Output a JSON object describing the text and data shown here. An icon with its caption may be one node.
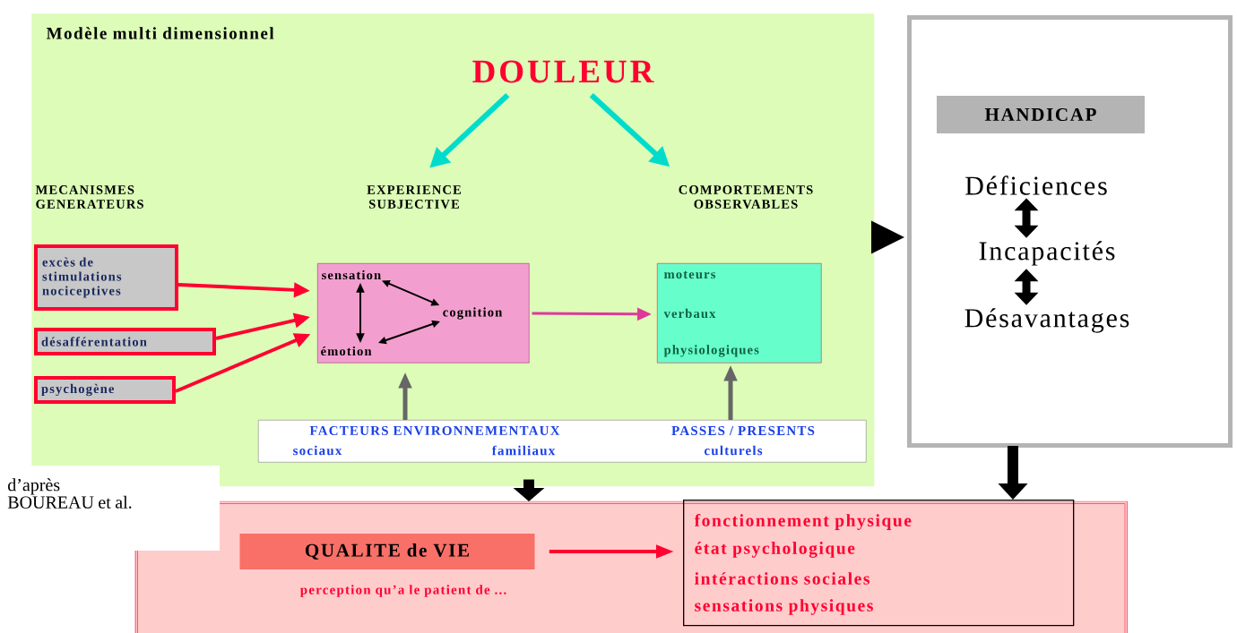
{
  "diagram": {
    "nodes": [
      {
        "text": [
          "Modèle multi dimensionnel"
        ]
      },
      {
        "text": [
          "DOULEUR"
        ],
        "in": 0
      },
      {
        "text": [
          "EXPERIENCE SUBJECTIVE"
        ],
        "in": 0
      },
      {
        "text": [
          "COMPORTEMENTS OBSERVABLES"
        ],
        "in": 0
      },
      {
        "text": [
          "excès de stimulations nociceptives"
        ],
        "in": 0
      },
      {
        "text": [
          "désafférentation"
        ],
        "in": 0
      },
      {
        "text": [
          "psychogène"
        ],
        "in": 0
      },
      {
        "text": [],
        "shape": "box",
        "in": 0
      },
      {
        "text": [
          "sensation"
        ],
        "in": 7
      },
      {
        "text": [
          "cognition"
        ],
        "in": 7
      },
      {
        "text": [
          "émotion"
        ],
        "in": 7
      },
      {
        "text": [
          "moteurs",
          "verbaux",
          "physiologiques"
        ],
        "in": 0
      },
      {
        "text": [
          "FACTEURS ENVIRONNEMENTAUX",
          "PASSES / PRESENTS",
          "sociaux",
          "familiaux",
          "culturels"
        ],
        "in": 0
      },
      {
        "text": [],
        "shape": "box"
      },
      {
        "text": [
          "HANDICAP"
        ],
        "in": 13
      },
      {
        "text": [
          "Déficiences"
        ],
        "in": 13
      },
      {
        "text": [
          "Incapacités"
        ],
        "in": 13
      },
      {
        "text": [
          "Désavantages"
        ],
        "in": 13
      },
      {
        "text": [],
        "shape": "box"
      },
      {
        "text": [
          "QUALITE de VIE"
        ],
        "in": 18,
        "beside": [
          "perception qu’a le patient de ..."
        ]
      },
      {
        "text": [
          "fonctionnement physique",
          "état psychologique",
          "intéractions sociales",
          "sensations physiques"
        ],
        "in": 18
      }
    ],
    "edges": [
      {
        "from": 1,
        "to": 2,
        "arrow": "to",
        "color": "#00dccc"
      },
      {
        "from": 1,
        "to": 3,
        "arrow": "to",
        "color": "#00dccc"
      },
      {
        "from": 4,
        "to": 7,
        "arrow": "to",
        "color": "#ff0030"
      },
      {
        "from": 5,
        "to": 7,
        "arrow": "to",
        "color": "#ff0030"
      },
      {
        "from": 6,
        "to": 7,
        "arrow": "to",
        "color": "#ff0030"
      },
      {
        "from": 8,
        "to": 10,
        "arrow": "both"
      },
      {
        "from": 8,
        "to": 9,
        "arrow": "both"
      },
      {
        "from": 9,
        "to": 10,
        "arrow": "both"
      },
      {
        "from": 7,
        "to": 11,
        "arrow": "to",
        "color": "#e0389a"
      },
      {
        "from": 12,
        "to": 7,
        "arrow": "to",
        "color": "#666666"
      },
      {
        "from": 12,
        "to": 11,
        "arrow": "to",
        "color": "#666666"
      },
      {
        "from": 0,
        "to": 13,
        "arrow": "to",
        "style": "thick"
      },
      {
        "from": 0,
        "to": 18,
        "arrow": "to",
        "style": "thick"
      },
      {
        "from": 13,
        "to": 20,
        "arrow": "to",
        "style": "thick"
      },
      {
        "from": 15,
        "to": 16,
        "arrow": "both",
        "style": "thick"
      },
      {
        "from": 16,
        "to": 17,
        "arrow": "both",
        "style": "thick"
      },
      {
        "from": 19,
        "to": 20,
        "arrow": "to",
        "color": "#ff0030"
      }
    ],
    "labels": [
      "MECANISMES GENERATEURS",
      "d’après BOUREAU et al."
    ]
  }
}
